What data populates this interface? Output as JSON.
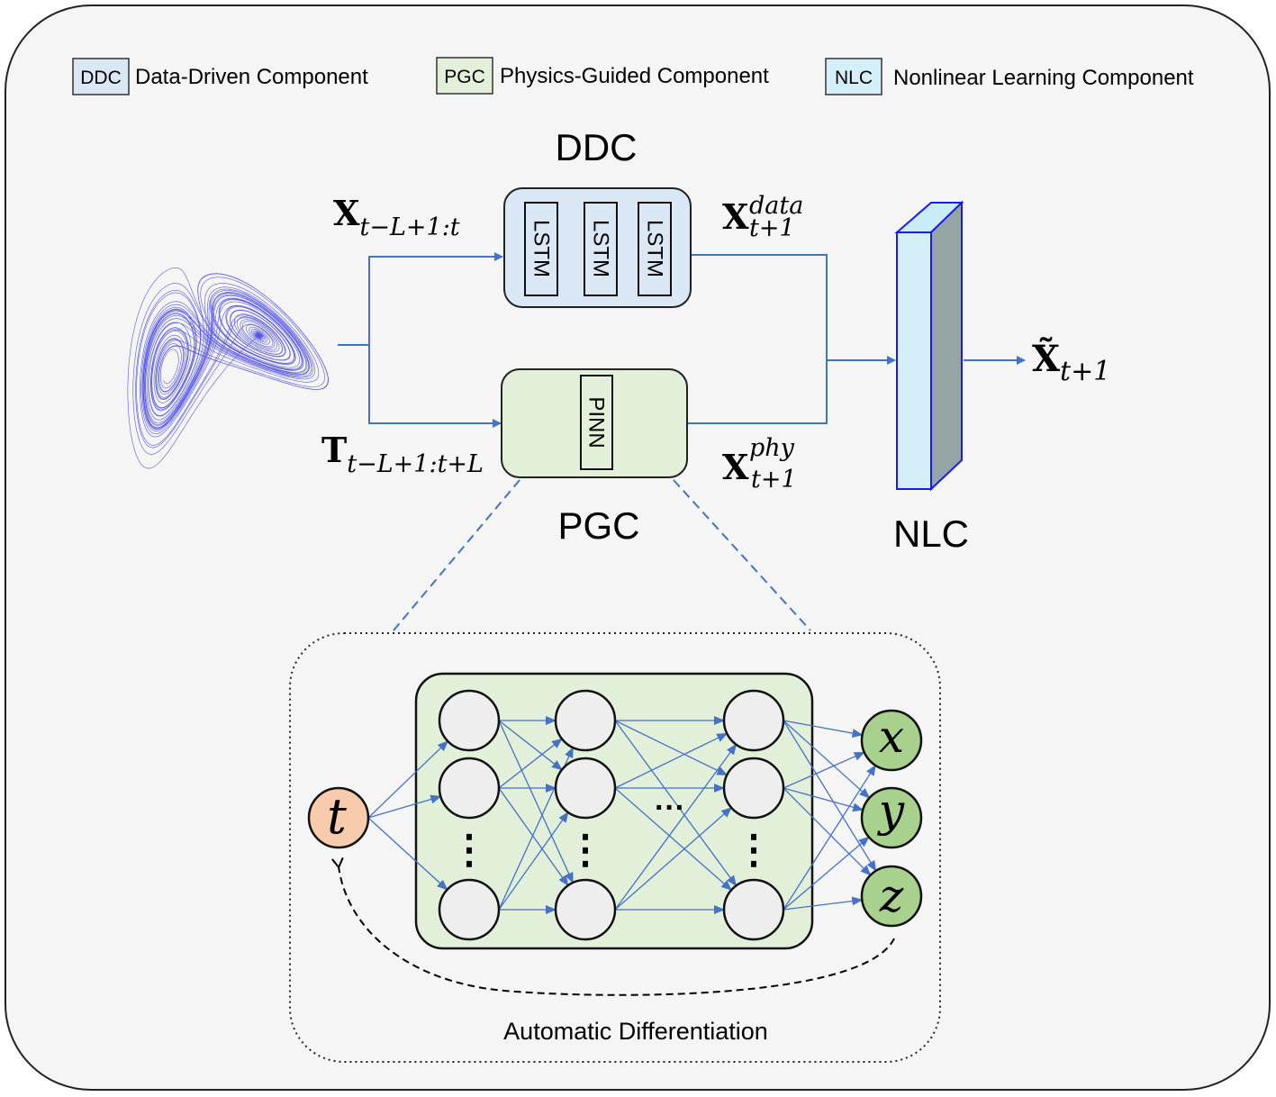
{
  "legend": {
    "items": [
      {
        "abbr": "DDC",
        "label": "Data-Driven Component",
        "color": "#dae8f5"
      },
      {
        "abbr": "PGC",
        "label": "Physics-Guided Component",
        "color": "#e2efd9"
      },
      {
        "abbr": "NLC",
        "label": "Nonlinear Learning Component",
        "color": "#d4eefa"
      }
    ]
  },
  "ddc": {
    "title": "DDC",
    "cells": [
      "LSTM",
      "LSTM",
      "LSTM"
    ]
  },
  "pgc": {
    "title": "PGC",
    "cell": "PINN"
  },
  "nlc": {
    "title": "NLC"
  },
  "inputs": {
    "x": {
      "base": "X",
      "sub": "t−L+1:t"
    },
    "t": {
      "base": "T",
      "sub": "t−L+1:t+L"
    }
  },
  "outputs": {
    "data": {
      "base": "X",
      "sup": "data",
      "sub": "t+1"
    },
    "phy": {
      "base": "X",
      "sup": "phy",
      "sub": "t+1"
    },
    "final": {
      "base": "X̃",
      "sub": "t+1"
    }
  },
  "network": {
    "input": "t",
    "outputs": [
      "x",
      "y",
      "z"
    ],
    "dots_vertical": "⋮",
    "dots_horizontal": "···",
    "caption": "Automatic Differentiation"
  },
  "colors": {
    "arrow": "#4472c4",
    "attractor": "#2222dd",
    "input_node": "#f8cbad",
    "output_node": "#a9d18e",
    "hidden_node": "#eeeeee",
    "network_bg": "#e2efd9",
    "panel_bg": "#f5f5f5"
  }
}
